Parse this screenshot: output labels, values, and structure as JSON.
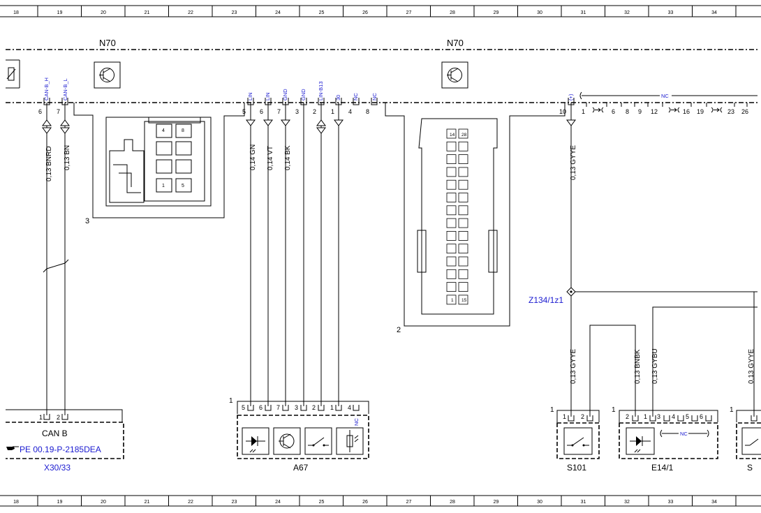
{
  "grid_columns": [
    "18",
    "19",
    "20",
    "21",
    "22",
    "23",
    "24",
    "25",
    "26",
    "27",
    "28",
    "29",
    "30",
    "31",
    "32",
    "33",
    "34"
  ],
  "modules": {
    "left": {
      "label": "N70"
    },
    "right": {
      "label": "N70"
    }
  },
  "connector_numbers": {
    "c3": "3",
    "c2": "2",
    "a67_conn": "1",
    "s101_conn": "1",
    "e14_conn": "1",
    "s_right_conn": "1"
  },
  "pin_signals": {
    "can_h": "CAN-B_H",
    "can_l": "CAN-B_L",
    "lin1": "LIN",
    "lin2": "LIN",
    "gnd1": "GND",
    "gnd2": "GND",
    "lin_b13": "LIN-B13",
    "p30": "30",
    "nc1": "NC",
    "nc2": "NC",
    "plus": "(+)",
    "nc_top": "NC"
  },
  "top_pins_left": [
    "6",
    "7"
  ],
  "top_pins_mid": [
    "5",
    "6",
    "7",
    "3",
    "2",
    "1",
    "4",
    "8"
  ],
  "top_pins_right": [
    "10",
    "1",
    "6",
    "8",
    "9",
    "12",
    "16",
    "19",
    "23",
    "26"
  ],
  "mini_connector_pins": [
    "4",
    "8",
    "1",
    "5"
  ],
  "big_connector_pins": [
    "14",
    "28",
    "1",
    "15"
  ],
  "wires": {
    "w_bnrd": "0,13 BNRD",
    "w_bn": "0,13 BN",
    "w_gn": "0,14 GN",
    "w_vt": "0,14 VT",
    "w_bk": "0,14 BK",
    "w_gyye_top": "0,13 GYYE",
    "w_gyye_s101": "0,13 GYYE",
    "w_bnbk": "0,13 BNBK",
    "w_gybu": "0,13 GYBU",
    "w_gyye_right": "0,13 GYYE"
  },
  "splice": {
    "label": "Z134/1z1"
  },
  "bottom": {
    "can_b": {
      "title": "CAN B",
      "ref": "PE 00.19-P-2185DEA",
      "connector": "X30/33",
      "pins": [
        "1",
        "2"
      ]
    },
    "a67": {
      "label": "A67",
      "pins": [
        "5",
        "6",
        "7",
        "3",
        "2",
        "1",
        "4"
      ],
      "nc": "NC"
    },
    "s101": {
      "label": "S101",
      "pins": [
        "1",
        "2"
      ]
    },
    "e14": {
      "label": "E14/1",
      "pins": [
        "2",
        "1",
        "3",
        "4",
        "5",
        "6"
      ],
      "nc": "NC"
    },
    "s_right": {
      "label": "S"
    }
  },
  "colors": {
    "line": "#000000",
    "link": "#1a1ad0",
    "grid_border": "#000000"
  }
}
